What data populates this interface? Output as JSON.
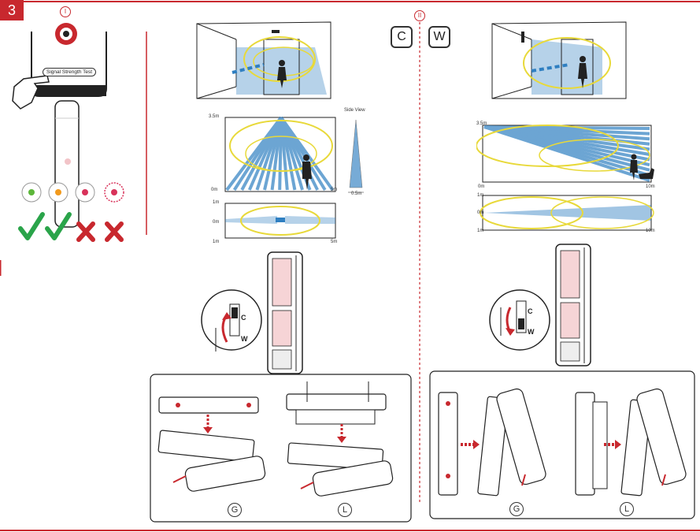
{
  "step_number": "3",
  "markers": {
    "roman_one": "I",
    "roman_two": "II"
  },
  "signal_test": {
    "button_label": "Signal Strength Test"
  },
  "modes": {
    "curtain": "C",
    "wall": "W"
  },
  "curtain_diagram": {
    "height_label": "3.5m",
    "origin_label": "0m",
    "range_label": "5m",
    "side_view_label": "Side View",
    "side_width_label": "0.5m",
    "top_labels": {
      "upper": "1m",
      "middle": "0m",
      "lower": "1m",
      "range": "5m"
    }
  },
  "wall_diagram": {
    "height_label": "3.5m",
    "origin_label": "0m",
    "range_label": "10m",
    "top_labels": {
      "upper": "1m",
      "middle": "0m",
      "lower": "1m",
      "range": "10m"
    }
  },
  "switch_letters": {
    "c": "C",
    "w": "W"
  },
  "mount_labels": {
    "g": "G",
    "l": "L"
  },
  "led_results": [
    "ok",
    "ok",
    "fail",
    "fail"
  ],
  "colors": {
    "brand_red": "#c8282e",
    "coverage_blue": "#2f7fc1",
    "zone_yellow": "#e8d93a",
    "check_green": "#2aa44a",
    "led_green": "#5cb63a",
    "led_orange": "#f29a1c",
    "led_red": "#d8325a"
  }
}
